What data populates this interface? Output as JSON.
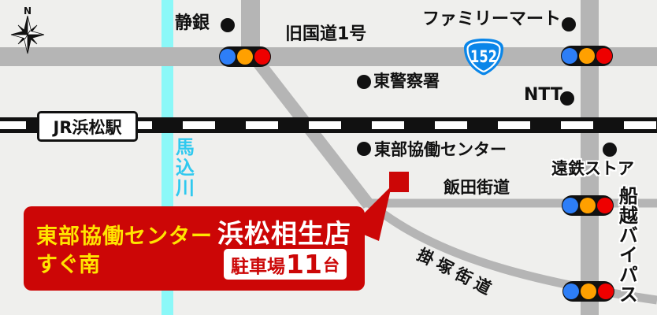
{
  "labels": {
    "shizugin": "静銀",
    "old_route1": "旧国道1号",
    "familymart": "ファミリーマート",
    "police": "東警察署",
    "ntt": "NTT",
    "station": "JR浜松駅",
    "river": "馬込川",
    "tobu_center": "東部協働センター",
    "entetsu_store": "遠鉄ストア",
    "iida_kaido": "飯田街道",
    "kakezuka_kaido": "掛塚街道",
    "funakoshi_bypass": "船越バイパス"
  },
  "route_shield": {
    "number": "152"
  },
  "compass": {
    "north": "N"
  },
  "callout": {
    "line1": "東部協働センター",
    "line2": "すぐ南",
    "store_name": "浜松相生店",
    "parking_prefix": "駐車場",
    "parking_count": "11",
    "parking_suffix": "台"
  },
  "colors": {
    "bg": "#efefed",
    "road": "#b5b5b5",
    "rail": "#111111",
    "river": "#8bf8f8",
    "river-text": "#2fc9ef",
    "red": "#cc0606",
    "yellow": "#ffe400",
    "route-blue": "#0a86e9",
    "lamp-blue": "#2d7ef7",
    "lamp-orange": "#ffa000",
    "lamp-red": "#ee0000"
  }
}
